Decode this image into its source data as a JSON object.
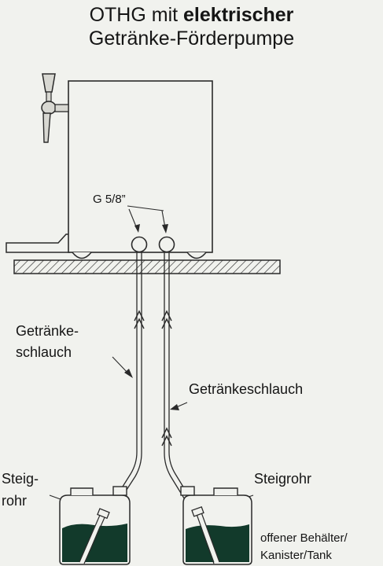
{
  "title": {
    "line1_prefix": "OTHG mit ",
    "line1_bold": "elektrischer",
    "line2": "Getränke-Förderpumpe"
  },
  "labels": {
    "thread": "G 5/8”",
    "hose_left_1": "Getränke-",
    "hose_left_2": "schlauch",
    "hose_right": "Getränkeschlauch",
    "riser_left_1": "Steig-",
    "riser_left_2": "rohr",
    "riser_right": "Steigrohr",
    "container_1": "offener Behälter/",
    "container_2": "Kanister/Tank"
  },
  "colors": {
    "line": "#2a2a2a",
    "liquid": "#123a2b",
    "background": "#f1f2ee"
  }
}
